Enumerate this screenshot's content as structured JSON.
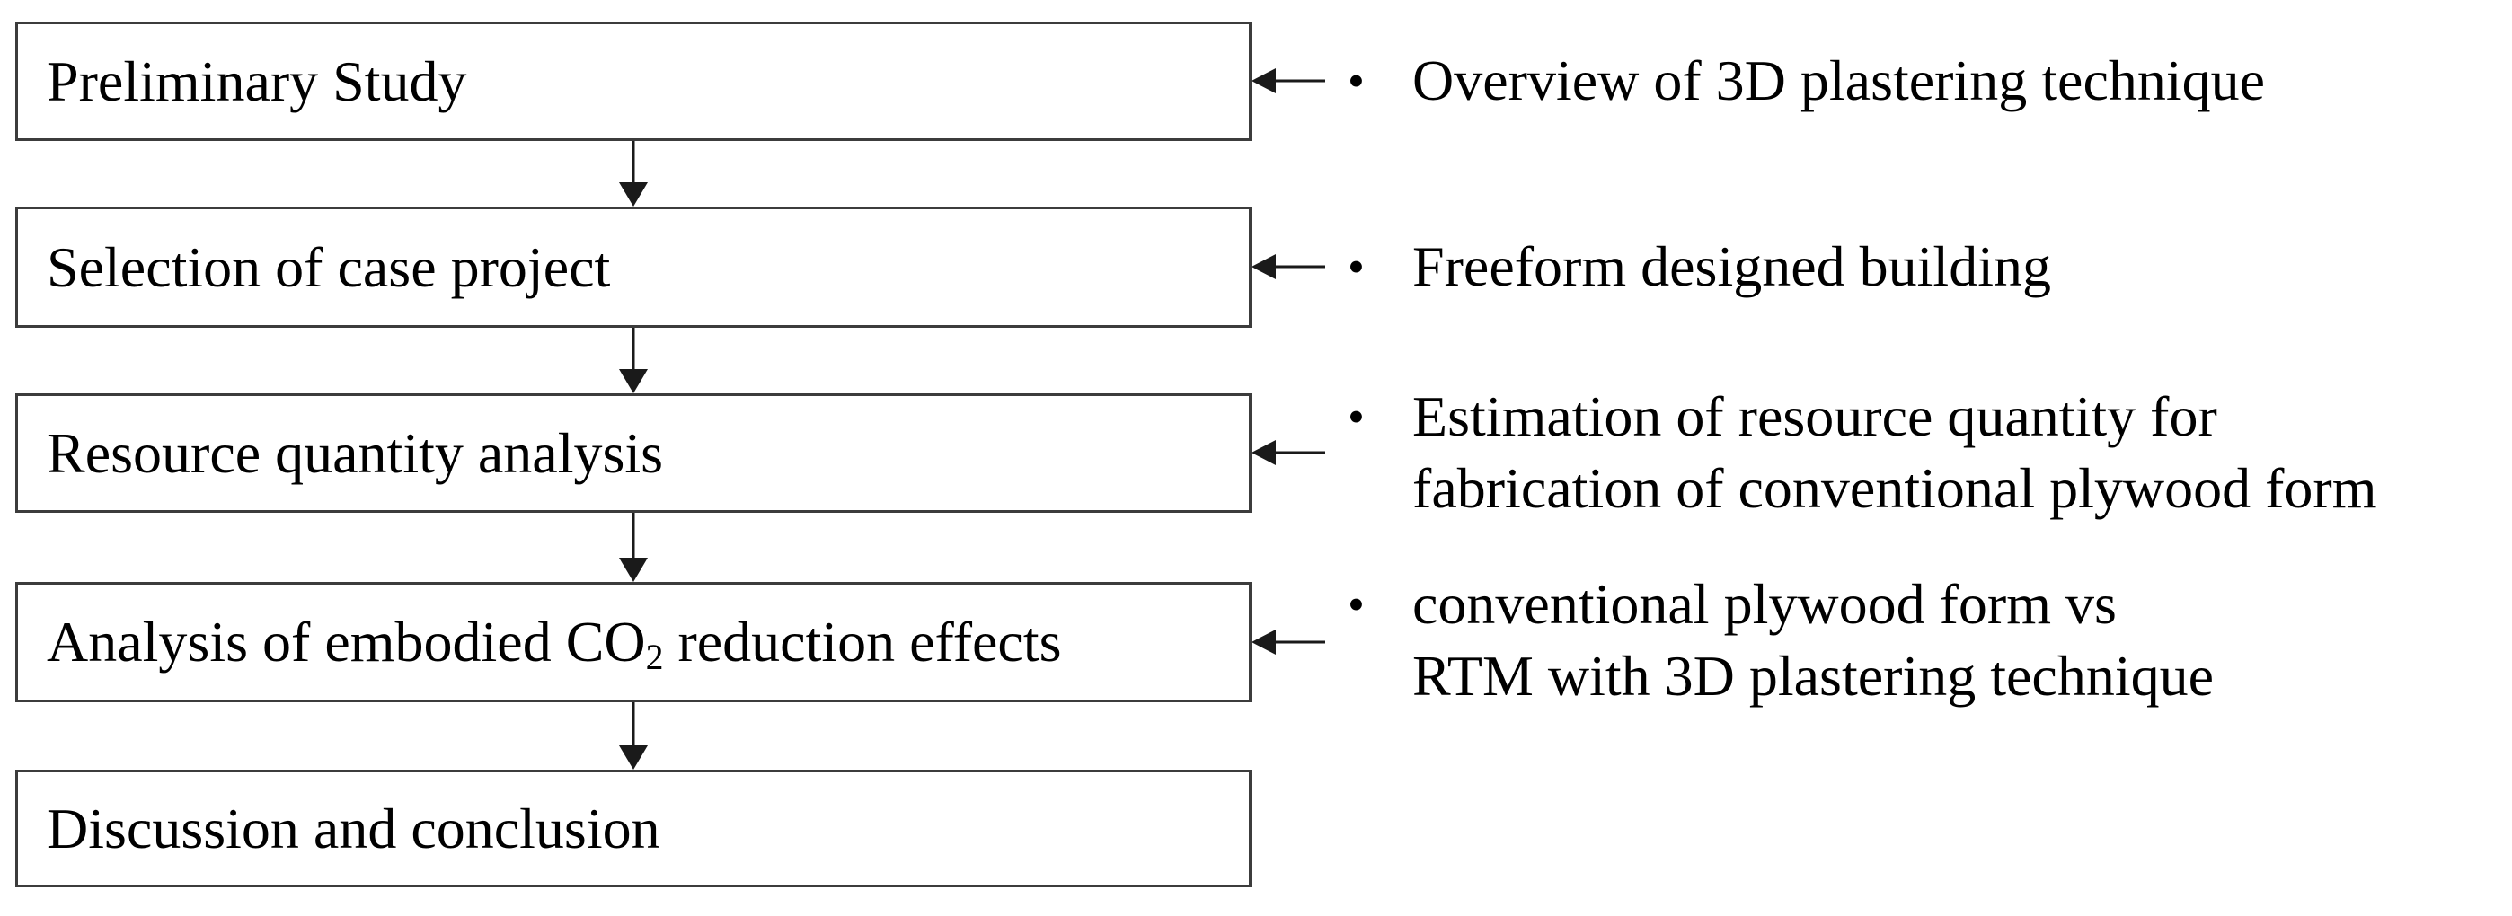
{
  "diagram": {
    "boxes": [
      {
        "label": "Preliminary Study"
      },
      {
        "label": "Selection of case project"
      },
      {
        "label": "Resource quantity analysis"
      },
      {
        "label_pre": "Analysis of embodied CO",
        "label_sub": "2",
        "label_post": " reduction effects"
      },
      {
        "label": "Discussion and conclusion"
      }
    ],
    "annotations": [
      {
        "lines": {
          "0": "Overview of 3D plastering technique"
        }
      },
      {
        "lines": {
          "0": "Freeform designed building"
        }
      },
      {
        "lines": {
          "0": "Estimation of resource quantity for",
          "1": "fabrication of conventional plywood form"
        }
      },
      {
        "lines": {
          "0": "conventional plywood form vs",
          "1": "RTM with 3D plastering technique"
        }
      }
    ],
    "bullet_char": "•",
    "colors": {
      "border": "#3c3c3c",
      "arrow": "#1a1a1a",
      "text": "#000000",
      "background": "#ffffff"
    }
  }
}
